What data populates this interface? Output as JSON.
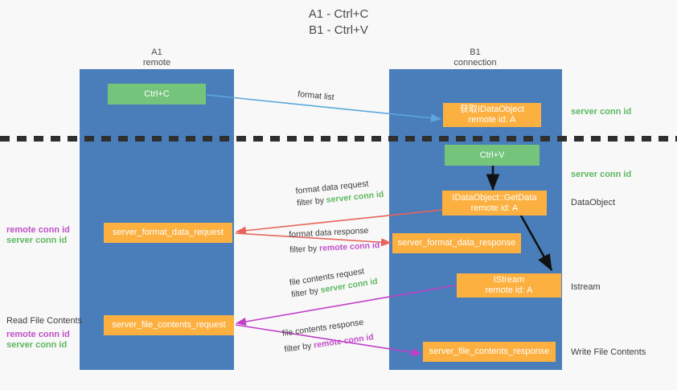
{
  "title": {
    "line1": "A1 - Ctrl+C",
    "line2": "B1 - Ctrl+V"
  },
  "lanes": [
    {
      "id": "a1",
      "name": "A1",
      "role": "remote"
    },
    {
      "id": "b1",
      "name": "B1",
      "role": "connection"
    }
  ],
  "nodes": {
    "ctrl_c": {
      "line1": "Ctrl+C",
      "line2": "",
      "color": "#74c47c"
    },
    "get_idataobject": {
      "line1": "获取IDataObject",
      "line2": "remote id: A",
      "color": "#fbb040"
    },
    "ctrl_v": {
      "line1": "Ctrl+V",
      "line2": "",
      "color": "#74c47c"
    },
    "idataobject_getdata": {
      "line1": "IDataObject::GetData",
      "line2": "remote id: A",
      "color": "#fbb040"
    },
    "fmt_data_request": {
      "line1": "server_format_data_request",
      "line2": "",
      "color": "#fbb040"
    },
    "fmt_data_response": {
      "line1": "server_format_data_response",
      "line2": "",
      "color": "#fbb040"
    },
    "istream": {
      "line1": "IStream",
      "line2": "remote id: A",
      "color": "#fbb040"
    },
    "file_contents_request": {
      "line1": "server_file_contents_request",
      "line2": "",
      "color": "#fbb040"
    },
    "file_contents_response": {
      "line1": "server_file_contents_response",
      "line2": "",
      "color": "#fbb040"
    }
  },
  "edges": [
    {
      "id": "format-list",
      "label": "format list",
      "filter_prefix": "",
      "filter_key": ""
    },
    {
      "id": "format-data-request",
      "label": "format data request",
      "filter_prefix": "filter by ",
      "filter_key": "server conn id"
    },
    {
      "id": "format-data-response",
      "label": "format data response",
      "filter_prefix": "filter by ",
      "filter_key": "remote conn id"
    },
    {
      "id": "file-contents-request",
      "label": "file contents request",
      "filter_prefix": "filter by ",
      "filter_key": "server conn id"
    },
    {
      "id": "file-contents-response",
      "label": "file contents response",
      "filter_prefix": "filter by ",
      "filter_key": "remote conn id"
    }
  ],
  "left_annotations": [
    {
      "id": "fmt-remote",
      "text": "remote conn id",
      "color": "#c050c8"
    },
    {
      "id": "fmt-server",
      "text": "server conn id",
      "color": "#5cb860"
    },
    {
      "id": "read-file",
      "text": "Read File Contents",
      "color": "#3c3c3c"
    },
    {
      "id": "file-remote",
      "text": "remote conn id",
      "color": "#c050c8"
    },
    {
      "id": "file-server",
      "text": "server conn id",
      "color": "#5cb860"
    }
  ],
  "right_annotations": [
    {
      "id": "server-conn-1",
      "text": "server conn id",
      "color": "#5cb860"
    },
    {
      "id": "server-conn-2",
      "text": "server conn id",
      "color": "#5cb860"
    },
    {
      "id": "dataobject",
      "text": "DataObject",
      "color": "#3c3c3c"
    },
    {
      "id": "istream",
      "text": "Istream",
      "color": "#3c3c3c"
    },
    {
      "id": "write-file",
      "text": "Write File Contents",
      "color": "#3c3c3c"
    }
  ],
  "colors": {
    "lane": "#4a7ebb",
    "green_node": "#74c47c",
    "orange_node": "#fbb040",
    "divider": "#2f2f2f",
    "arrow_blue": "#5aa8dd",
    "arrow_red": "#e8635a",
    "arrow_magenta": "#c13fc8",
    "arrow_black": "#111111",
    "background": "#f8f8f8"
  }
}
